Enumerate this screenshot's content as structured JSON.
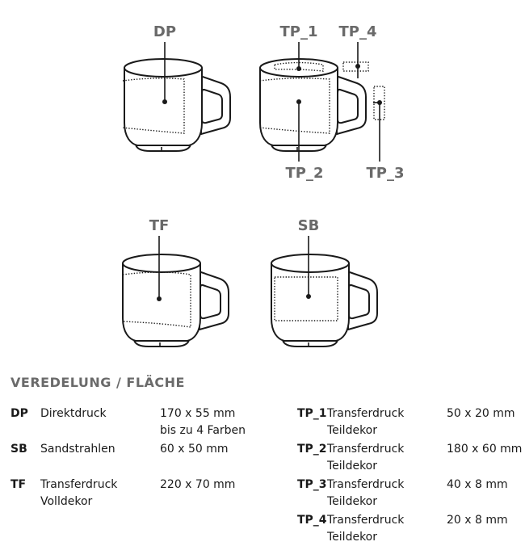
{
  "labels": {
    "dp": "DP",
    "tp1": "TP_1",
    "tp4": "TP_4",
    "tp2": "TP_2",
    "tp3": "TP_3",
    "tf": "TF",
    "sb": "SB"
  },
  "heading": "VEREDELUNG / FLÄCHE",
  "left_rows": [
    {
      "code": "DP",
      "desc": "Direktdruck",
      "size": "170 x 55 mm\nbis zu 4 Farben"
    },
    {
      "code": "SB",
      "desc": "Sandstrahlen",
      "size": "60 x 50 mm"
    },
    {
      "code": "TF",
      "desc": "Transferdruck\nVolldekor",
      "size": "220 x 70 mm"
    }
  ],
  "right_rows": [
    {
      "code": "TP_1",
      "desc": "Transferdruck\nTeildekor",
      "size": "50 x 20 mm"
    },
    {
      "code": "TP_2",
      "desc": "Transferdruck\nTeildekor",
      "size": "180 x 60 mm"
    },
    {
      "code": "TP_3",
      "desc": "Transferdruck\nTeildekor",
      "size": "40 x 8 mm"
    },
    {
      "code": "TP_4",
      "desc": "Transferdruck\nTeildekor",
      "size": "20 x 8 mm"
    }
  ]
}
